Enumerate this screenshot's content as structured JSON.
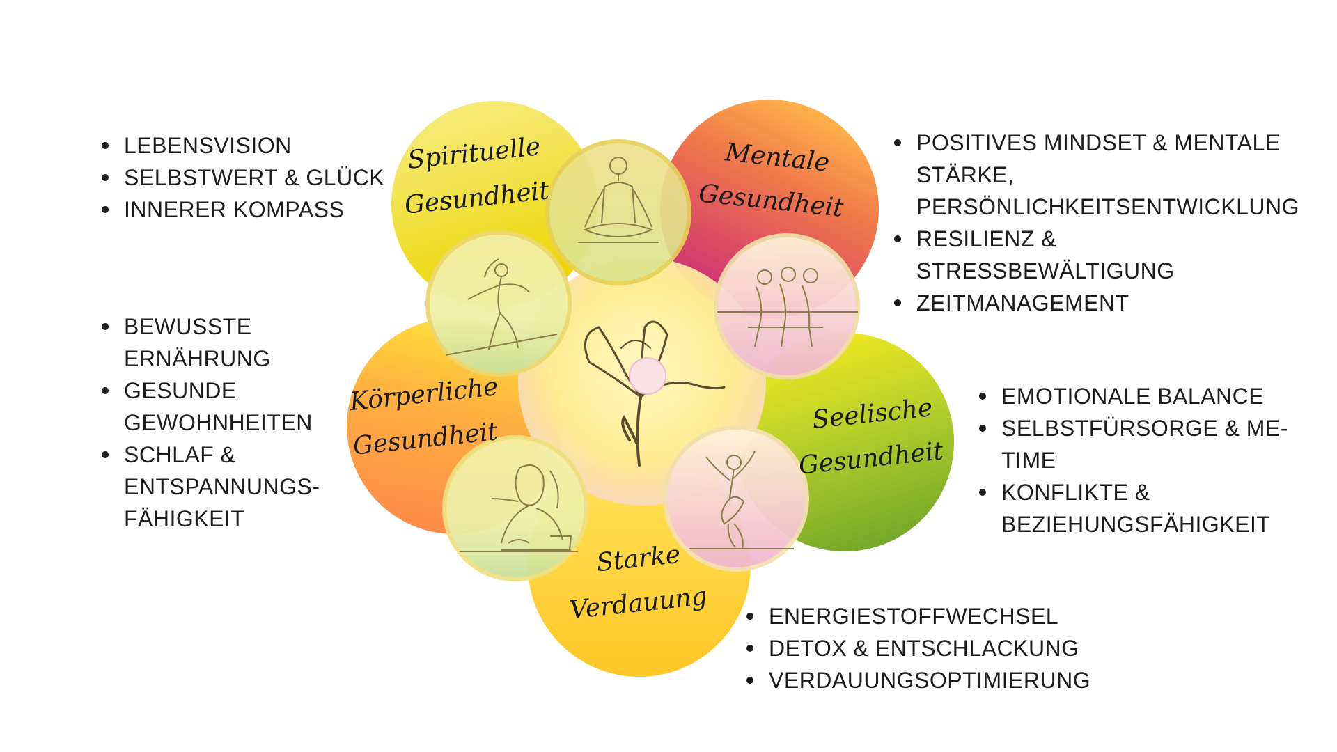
{
  "colors": {
    "spirituelle": "#f4dc2a",
    "mentale": "#e0447a",
    "koerperliche": "#ff9a4a",
    "seelische": "#8bbb2c",
    "verdauung": "#ffd63b",
    "center": "#ffe98a"
  },
  "icons": {
    "center": "butterfly-flower-icon",
    "meditation": "meditation-figure-icon",
    "dancer": "dancer-figure-icon",
    "friends": "friends-sitting-icon",
    "eating": "eating-person-icon",
    "joyful": "joyful-dancer-icon"
  },
  "segments": {
    "spirituelle": {
      "line1": "Spirituelle",
      "line2": "Gesundheit",
      "items": [
        "LEBENSVISION",
        "SELBSTWERT & GLÜCK",
        "INNERER KOMPASS"
      ]
    },
    "mentale": {
      "line1": "Mentale",
      "line2": "Gesundheit",
      "items": [
        "POSITIVES MINDSET & MENTALE\nSTÄRKE,\nPERSÖNLICHKEITSENTWICKLUNG",
        "RESILIENZ & STRESSBEWÄLTIGUNG",
        "ZEITMANAGEMENT"
      ]
    },
    "koerperliche": {
      "line1": "Körperliche",
      "line2": "Gesundheit",
      "items": [
        "BEWUSSTE\nERNÄHRUNG",
        "GESUNDE\nGEWOHNHEITEN",
        "SCHLAF &\n ENTSPANNUNGS-\nFÄHIGKEIT"
      ]
    },
    "seelische": {
      "line1": "Seelische",
      "line2": "Gesundheit",
      "items": [
        "EMOTIONALE BALANCE",
        "SELBSTFÜRSORGE & ME-TIME",
        "KONFLIKTE &\nBEZIEHUNGSFÄHIGKEIT"
      ]
    },
    "verdauung": {
      "line1": "Starke",
      "line2": "Verdauung",
      "items": [
        "ENERGIESTOFFWECHSEL",
        "DETOX & ENTSCHLACKUNG",
        "VERDAUUNGSOPTIMIERUNG"
      ]
    }
  }
}
